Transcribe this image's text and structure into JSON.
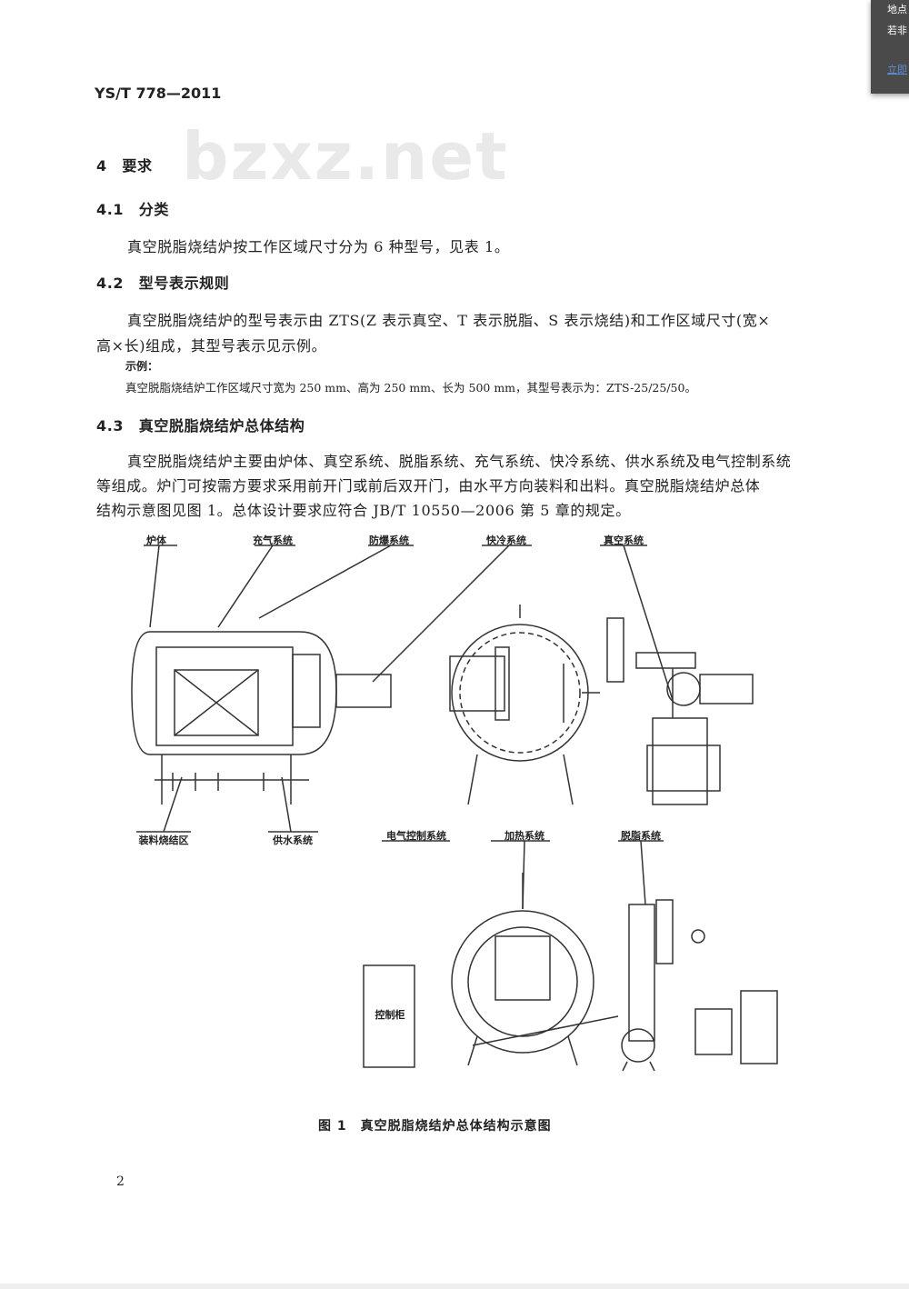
{
  "header": {
    "doc_id": "YS/T 778—2011"
  },
  "watermark": "bzxz.net",
  "popup": {
    "line1": "地点",
    "line2": "若非",
    "link": "立即"
  },
  "sections": [
    {
      "num": "4",
      "title": "要求"
    },
    {
      "num": "4.1",
      "title": "分类",
      "body": "真空脱脂烧结炉按工作区域尺寸分为 6 种型号，见表 1。"
    },
    {
      "num": "4.2",
      "title": "型号表示规则",
      "body1": "真空脱脂烧结炉的型号表示由 ZTS(Z 表示真空、T 表示脱脂、S 表示烧结)和工作区域尺寸(宽×",
      "body2": "高×长)组成，其型号表示见示例。",
      "example_label": "示例：",
      "example": "真空脱脂烧结炉工作区域尺寸宽为 250 mm、高为 250 mm、长为 500 mm，其型号表示为：ZTS-25/25/50。"
    },
    {
      "num": "4.3",
      "title": "真空脱脂烧结炉总体结构",
      "body1": "真空脱脂烧结炉主要由炉体、真空系统、脱脂系统、充气系统、快冷系统、供水系统及电气控制系统",
      "body2": "等组成。炉门可按需方要求采用前开门或前后双开门，由水平方向装料和出料。真空脱脂烧结炉总体",
      "body3": "结构示意图见图 1。总体设计要求应符合 JB/T 10550—2006 第 5 章的规定。"
    }
  ],
  "figure": {
    "labels": {
      "furnace_body": "炉体",
      "gas_fill": "充气系统",
      "explosion_proof": "防爆系统",
      "fast_cool": "快冷系统",
      "vacuum": "真空系统",
      "loading_zone": "装料烧结区",
      "water_supply": "供水系统",
      "electrical": "电气控制系统",
      "heating": "加热系统",
      "degreasing": "脱脂系统",
      "cabinet": "控制柜"
    },
    "caption": "图 1　真空脱脂烧结炉总体结构示意图"
  },
  "page_number": "2"
}
